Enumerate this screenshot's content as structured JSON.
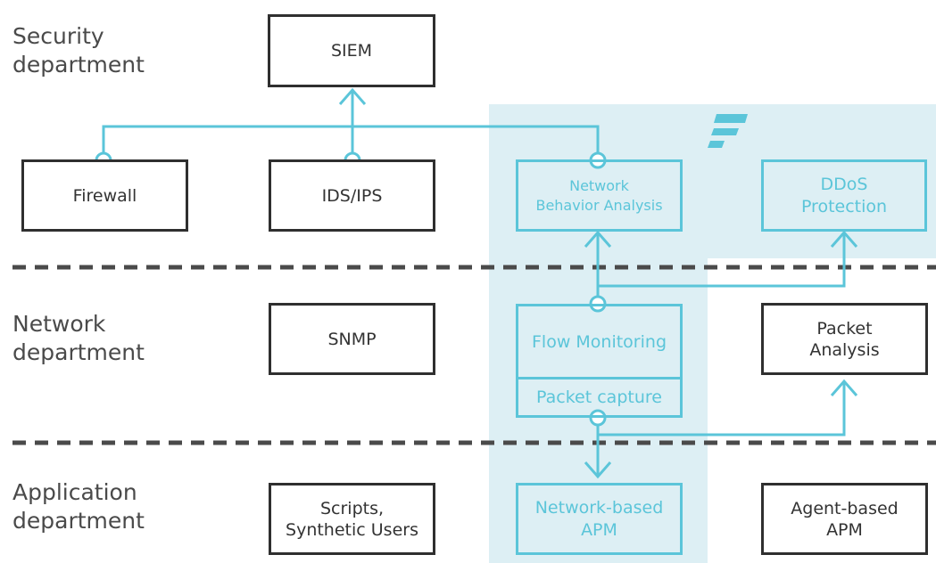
{
  "departments": {
    "security": "Security\ndepartment",
    "network": "Network\ndepartment",
    "application": "Application\ndepartment"
  },
  "boxes": {
    "siem": "SIEM",
    "firewall": "Firewall",
    "ids_ips": "IDS/IPS",
    "nba": "Network\nBehavior Analysis",
    "ddos": "DDoS\nProtection",
    "snmp": "SNMP",
    "flow_monitoring": "Flow Monitoring",
    "packet_capture": "Packet capture",
    "packet_analysis": "Packet\nAnalysis",
    "scripts": "Scripts,\nSynthetic Users",
    "network_apm": "Network-based\nAPM",
    "agent_apm": "Agent-based\nAPM"
  },
  "colors": {
    "accent": "#5bc5d9",
    "highlight_bg": "#ddeff4",
    "box_border": "#2f2f2f",
    "divider": "#4a4a4a",
    "text": "#4a4a4a"
  },
  "icons": [
    "flowmon-logo-icon"
  ]
}
